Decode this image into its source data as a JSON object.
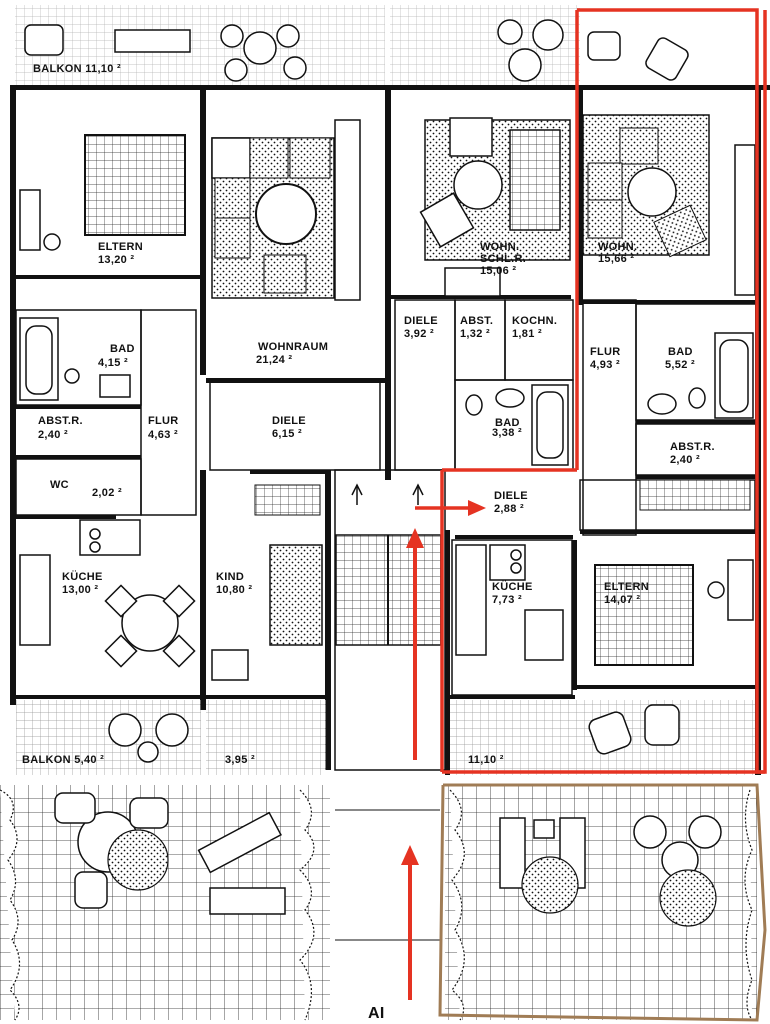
{
  "rooms": {
    "balkon_top": {
      "name": "BALKON",
      "area": "11,10 ²"
    },
    "eltern_left": {
      "name": "ELTERN",
      "area": "13,20 ²"
    },
    "wohnraum": {
      "name": "WOHNRAUM",
      "area": "21,24 ²"
    },
    "wohn_schl_mid": {
      "name": "WOHN.",
      "name2": "SCHL.R.",
      "area": "15,06 ²"
    },
    "wohn_right": {
      "name": "WOHN.",
      "area": "15,66 ²"
    },
    "bad_left": {
      "name": "BAD",
      "area": "4,15 ²"
    },
    "abst_left": {
      "name": "ABST.R.",
      "area": "2,40 ²"
    },
    "flur_left": {
      "name": "FLUR",
      "area": "4,63 ²"
    },
    "wc_left": {
      "name": "WC",
      "area": "2,02 ²"
    },
    "diele_left": {
      "name": "DIELE",
      "area": "6,15 ²"
    },
    "diele_mid": {
      "name": "DIELE",
      "area": "3,92 ²"
    },
    "abst_mid": {
      "name": "ABST.",
      "area": "1,32 ²"
    },
    "kochn_mid": {
      "name": "KOCHN.",
      "area": "1,81 ²"
    },
    "bad_mid": {
      "name": "BAD",
      "area": "3,38 ²"
    },
    "flur_right": {
      "name": "FLUR",
      "area": "4,93 ²"
    },
    "bad_right": {
      "name": "BAD",
      "area": "5,52 ²"
    },
    "abst_right": {
      "name": "ABST.R.",
      "area": "2,40 ²"
    },
    "diele_stair": {
      "name": "DIELE",
      "area": "2,88 ²"
    },
    "kueche_left": {
      "name": "KÜCHE",
      "area": "13,00 ²"
    },
    "kind": {
      "name": "KIND",
      "area": "10,80 ²"
    },
    "kueche_mid": {
      "name": "KÜCHE",
      "area": "7,73 ²"
    },
    "eltern_right": {
      "name": "ELTERN",
      "area": "14,07 ²"
    },
    "balkon_bottom": {
      "name": "BALKON",
      "area": "5,40 ²"
    },
    "terrace_small": {
      "area": "3,95 ²"
    },
    "terrace_right": {
      "area": "11,10 ²"
    }
  },
  "entrance_label": "AI",
  "colors": {
    "highlight_red": "#e53322",
    "garden_brown": "#a07c55",
    "ink": "#111111"
  }
}
